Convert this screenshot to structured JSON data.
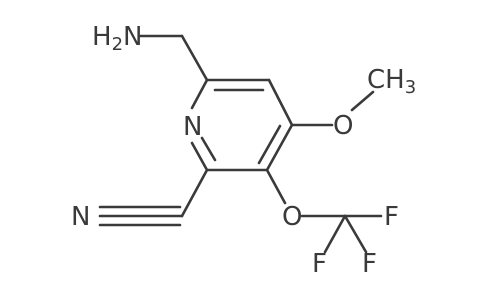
{
  "molecule": {
    "atoms": {
      "amine": {
        "prefix": "H",
        "sub": "2",
        "suffix": "N"
      },
      "ring_nitrogen": "N",
      "methoxy_oxygen": "O",
      "methyl": {
        "prefix": "CH",
        "sub": "3"
      },
      "ether_oxygen": "O",
      "nitrile_nitrogen": "N",
      "fluorine_1": "F",
      "fluorine_2": "F",
      "fluorine_3": "F"
    }
  }
}
